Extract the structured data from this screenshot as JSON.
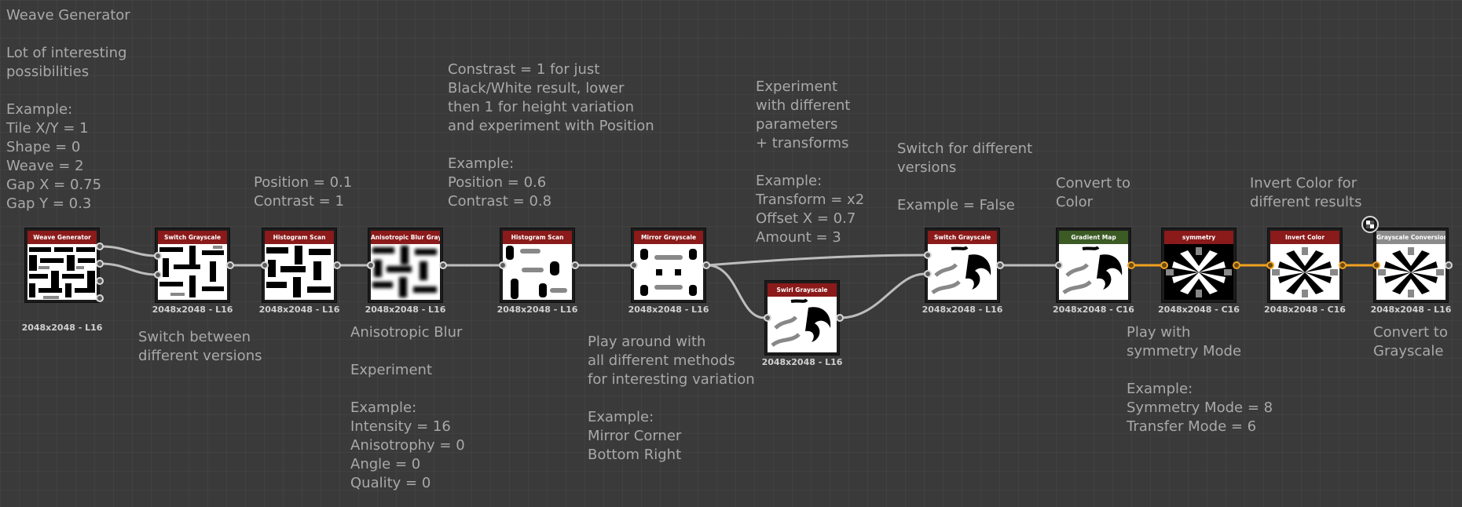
{
  "comments": {
    "c1": "Weave Generator\n\nLot of interesting\npossibilities\n\nExample:\nTile X/Y = 1\nShape = 0\nWeave = 2\nGap X = 0.75\nGap Y = 0.3",
    "c2": "Switch between\ndifferent versions",
    "c3": "Position = 0.1\nContrast = 1",
    "c4": "Anisotropic Blur\n\nExperiment\n\nExample:\nIntensity = 16\nAnisotrophy = 0\nAngle = 0\nQuality = 0",
    "c5": "Constrast = 1 for just\nBlack/White result, lower\nthen 1 for height variation\nand experiment with Position\n\nExample:\nPosition = 0.6\nContrast = 0.8",
    "c6": "Play around with\nall different methods\nfor interesting variation\n\nExample:\nMirror Corner\nBottom Right",
    "c7": "Experiment\nwith different\nparameters\n+ transforms\n\nExample:\nTransform = x2\nOffset X = 0.7\nAmount = 3",
    "c8": "Switch for different\nversions\n\nExample = False",
    "c9": "Convert to\nColor",
    "c10": "Play with\nsymmetry Mode\n\nExample:\nSymmetry Mode = 8\nTransfer Mode = 6",
    "c11": "Invert Color for\ndifferent results",
    "c12": "Convert to\nGrayscale"
  },
  "nodes": [
    {
      "id": "weave-generator",
      "title": "Weave Generator",
      "res": "2048x2048 - L16",
      "color": "#8b1a1a"
    },
    {
      "id": "switch-grayscale-1",
      "title": "Switch Grayscale",
      "res": "2048x2048 - L16",
      "color": "#8b1a1a"
    },
    {
      "id": "histogram-scan-1",
      "title": "Histogram Scan",
      "res": "2048x2048 - L16",
      "color": "#8b1a1a"
    },
    {
      "id": "anisotropic-blur",
      "title": "Anisotropic Blur Grays...",
      "res": "2048x2048 - L16",
      "color": "#8b1a1a"
    },
    {
      "id": "histogram-scan-2",
      "title": "Histogram Scan",
      "res": "2048x2048 - L16",
      "color": "#8b1a1a"
    },
    {
      "id": "mirror-grayscale",
      "title": "Mirror Grayscale",
      "res": "2048x2048 - L16",
      "color": "#8b1a1a"
    },
    {
      "id": "swirl-grayscale",
      "title": "Swirl Grayscale",
      "res": "2048x2048 - L16",
      "color": "#8b1a1a"
    },
    {
      "id": "switch-grayscale-2",
      "title": "Switch Grayscale",
      "res": "2048x2048 - L16",
      "color": "#8b1a1a"
    },
    {
      "id": "gradient-map",
      "title": "Gradient Map",
      "res": "2048x2048 - C16",
      "color": "#3b5a24"
    },
    {
      "id": "symmetry",
      "title": "symmetry",
      "res": "2048x2048 - C16",
      "color": "#8b1a1a"
    },
    {
      "id": "invert-color",
      "title": "Invert Color",
      "res": "2048x2048 - C16",
      "color": "#8b1a1a"
    },
    {
      "id": "grayscale-conversion",
      "title": "Grayscale Conversion",
      "res": "2048x2048 - L16",
      "color": "#8b8b8b"
    }
  ],
  "wire_colors": {
    "grayscale": "#bdbdbd",
    "color": "#f0a020"
  },
  "icons": {
    "pin": "pin-icon"
  }
}
